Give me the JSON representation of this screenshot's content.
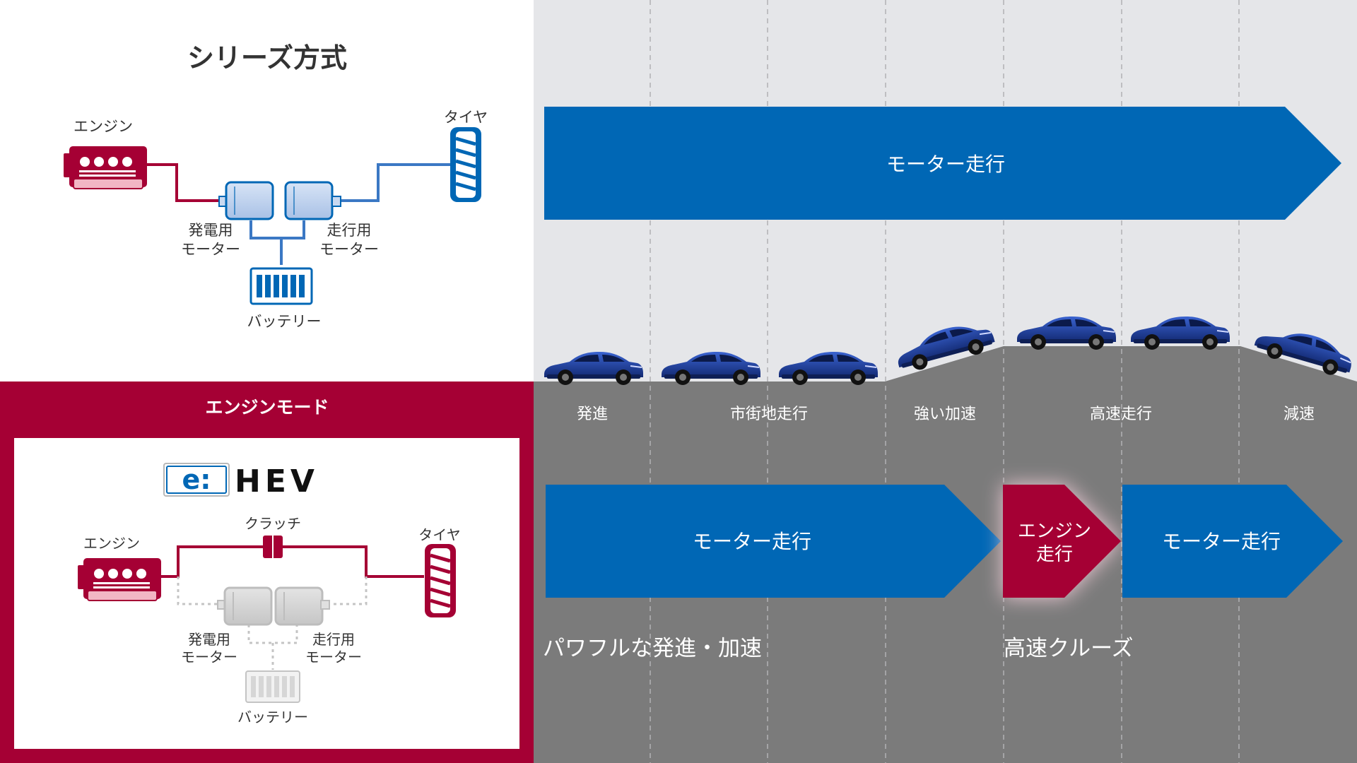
{
  "colors": {
    "motor_blue": "#0067b5",
    "engine_red": "#a50034",
    "road_gray": "#7b7b7b",
    "sky_gray": "#e5e6e9",
    "car_blue": "#1d3f9c"
  },
  "series": {
    "title": "シリーズ方式",
    "engine_label": "エンジン",
    "tire_label": "タイヤ",
    "gen_motor_label": [
      "発電用",
      "モーター"
    ],
    "drive_motor_label": [
      "走行用",
      "モーター"
    ],
    "battery_label": "バッテリー"
  },
  "engine_mode": {
    "header": "エンジンモード",
    "logo_e": "e:",
    "logo_hev": "HEV",
    "engine_label": "エンジン",
    "clutch_label": "クラッチ",
    "tire_label": "タイヤ",
    "gen_motor_label": [
      "発電用",
      "モーター"
    ],
    "drive_motor_label": [
      "走行用",
      "モーター"
    ],
    "battery_label": "バッテリー"
  },
  "timeline": {
    "top_arrow_label": "モーター走行",
    "stages": [
      "発進",
      "市街地走行",
      "強い加速",
      "高速走行",
      "減速"
    ],
    "bottom_arrows": [
      "モーター走行",
      "エンジン走行",
      "モーター走行"
    ],
    "engine_arrow_lines": [
      "エンジン",
      "走行"
    ],
    "captions": [
      "パワフルな発進・加速",
      "高速クルーズ"
    ]
  }
}
